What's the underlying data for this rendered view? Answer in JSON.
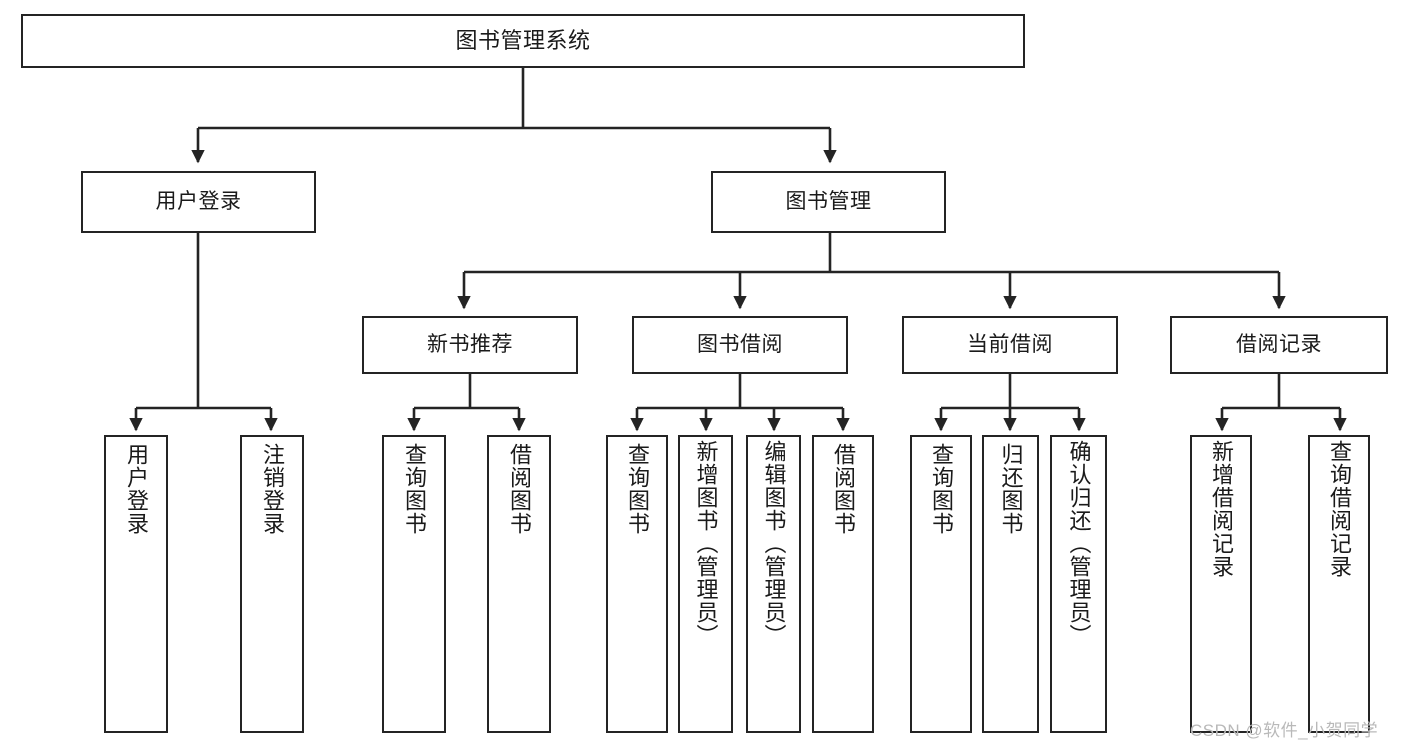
{
  "diagram": {
    "title": "图书管理系统",
    "type": "tree-hierarchy-chart",
    "orientation": "top-down",
    "line_color": "#242424",
    "box_fill": "#ffffff",
    "text_color": "#1a1a1a"
  },
  "watermark": {
    "text": "CSDN @软件_小贺同学",
    "color": "#b9b9b9"
  },
  "nodes": {
    "root": {
      "label": "图书管理系统"
    },
    "level2": [
      {
        "label": "用户登录"
      },
      {
        "label": "图书管理"
      }
    ],
    "level3": [
      {
        "label": "新书推荐"
      },
      {
        "label": "图书借阅"
      },
      {
        "label": "当前借阅"
      },
      {
        "label": "借阅记录"
      }
    ],
    "leaves": {
      "user_login": [
        {
          "label": "用户登录"
        },
        {
          "label": "注销登录"
        }
      ],
      "new_book": [
        {
          "label": "查询图书"
        },
        {
          "label": "借阅图书"
        }
      ],
      "book_borrow": [
        {
          "label": "查询图书"
        },
        {
          "label": "新增图书（管理员）"
        },
        {
          "label": "编辑图书（管理员）"
        },
        {
          "label": "借阅图书"
        }
      ],
      "current_borrow": [
        {
          "label": "查询图书"
        },
        {
          "label": "归还图书"
        },
        {
          "label": "确认归还（管理员）"
        }
      ],
      "borrow_record": [
        {
          "label": "新增借阅记录"
        },
        {
          "label": "查询借阅记录"
        }
      ]
    }
  }
}
